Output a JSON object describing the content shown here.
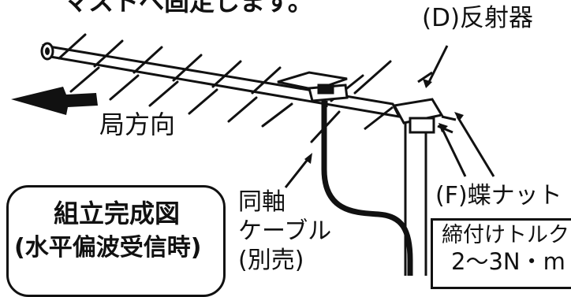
{
  "caption_top": "マストへ固定します。",
  "labels": {
    "reflector": "(D)反射器",
    "direction": "局方向",
    "wing_nut": "(F)蝶ナット",
    "cable_line1": "同軸",
    "cable_line2": "ケーブル",
    "cable_line3": "(別売)"
  },
  "assembly_box": {
    "line1": "組立完成図",
    "line2": "(水平偏波受信時)"
  },
  "torque_box": {
    "line1": "締付けトルク",
    "line2": "2〜3N・m"
  }
}
